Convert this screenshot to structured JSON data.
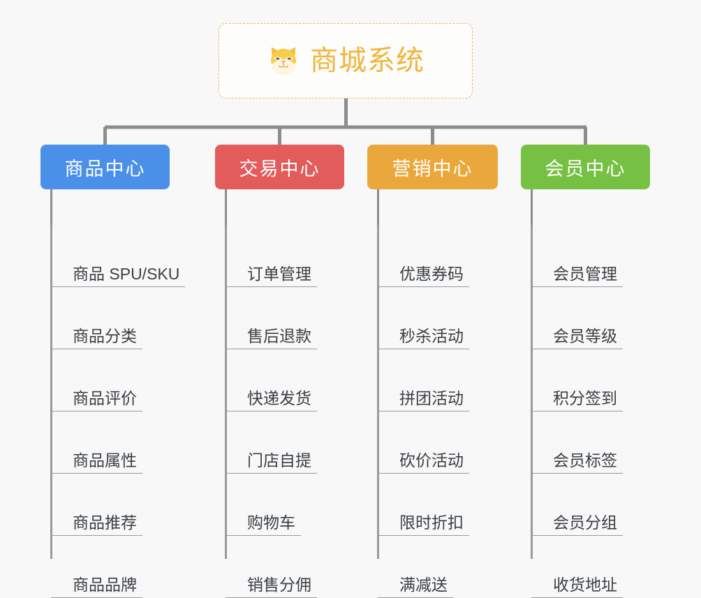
{
  "diagram": {
    "type": "organization-tree",
    "background_color": "#f8f8f8",
    "root": {
      "title": "商城系统",
      "icon": "shiba-dog-icon",
      "text_color": "#f1b63c",
      "border_color": "#e8b860"
    },
    "connector_color": "#8c8c8c",
    "leaf_underline_color": "#9a9a9a",
    "leaf_text_color": "#3a3f45",
    "branches": [
      {
        "label": "商品中心",
        "color": "#4a90e8",
        "items": [
          "商品 SPU/SKU",
          "商品分类",
          "商品评价",
          "商品属性",
          "商品推荐",
          "商品品牌"
        ]
      },
      {
        "label": "交易中心",
        "color": "#e25c5c",
        "items": [
          "订单管理",
          "售后退款",
          "快递发货",
          "门店自提",
          "购物车",
          "销售分佣"
        ]
      },
      {
        "label": "营销中心",
        "color": "#eaa83c",
        "items": [
          "优惠券码",
          "秒杀活动",
          "拼团活动",
          "砍价活动",
          "限时折扣",
          "满减送"
        ]
      },
      {
        "label": "会员中心",
        "color": "#76c043",
        "items": [
          "会员管理",
          "会员等级",
          "积分签到",
          "会员标签",
          "会员分组",
          "收货地址"
        ]
      }
    ]
  }
}
